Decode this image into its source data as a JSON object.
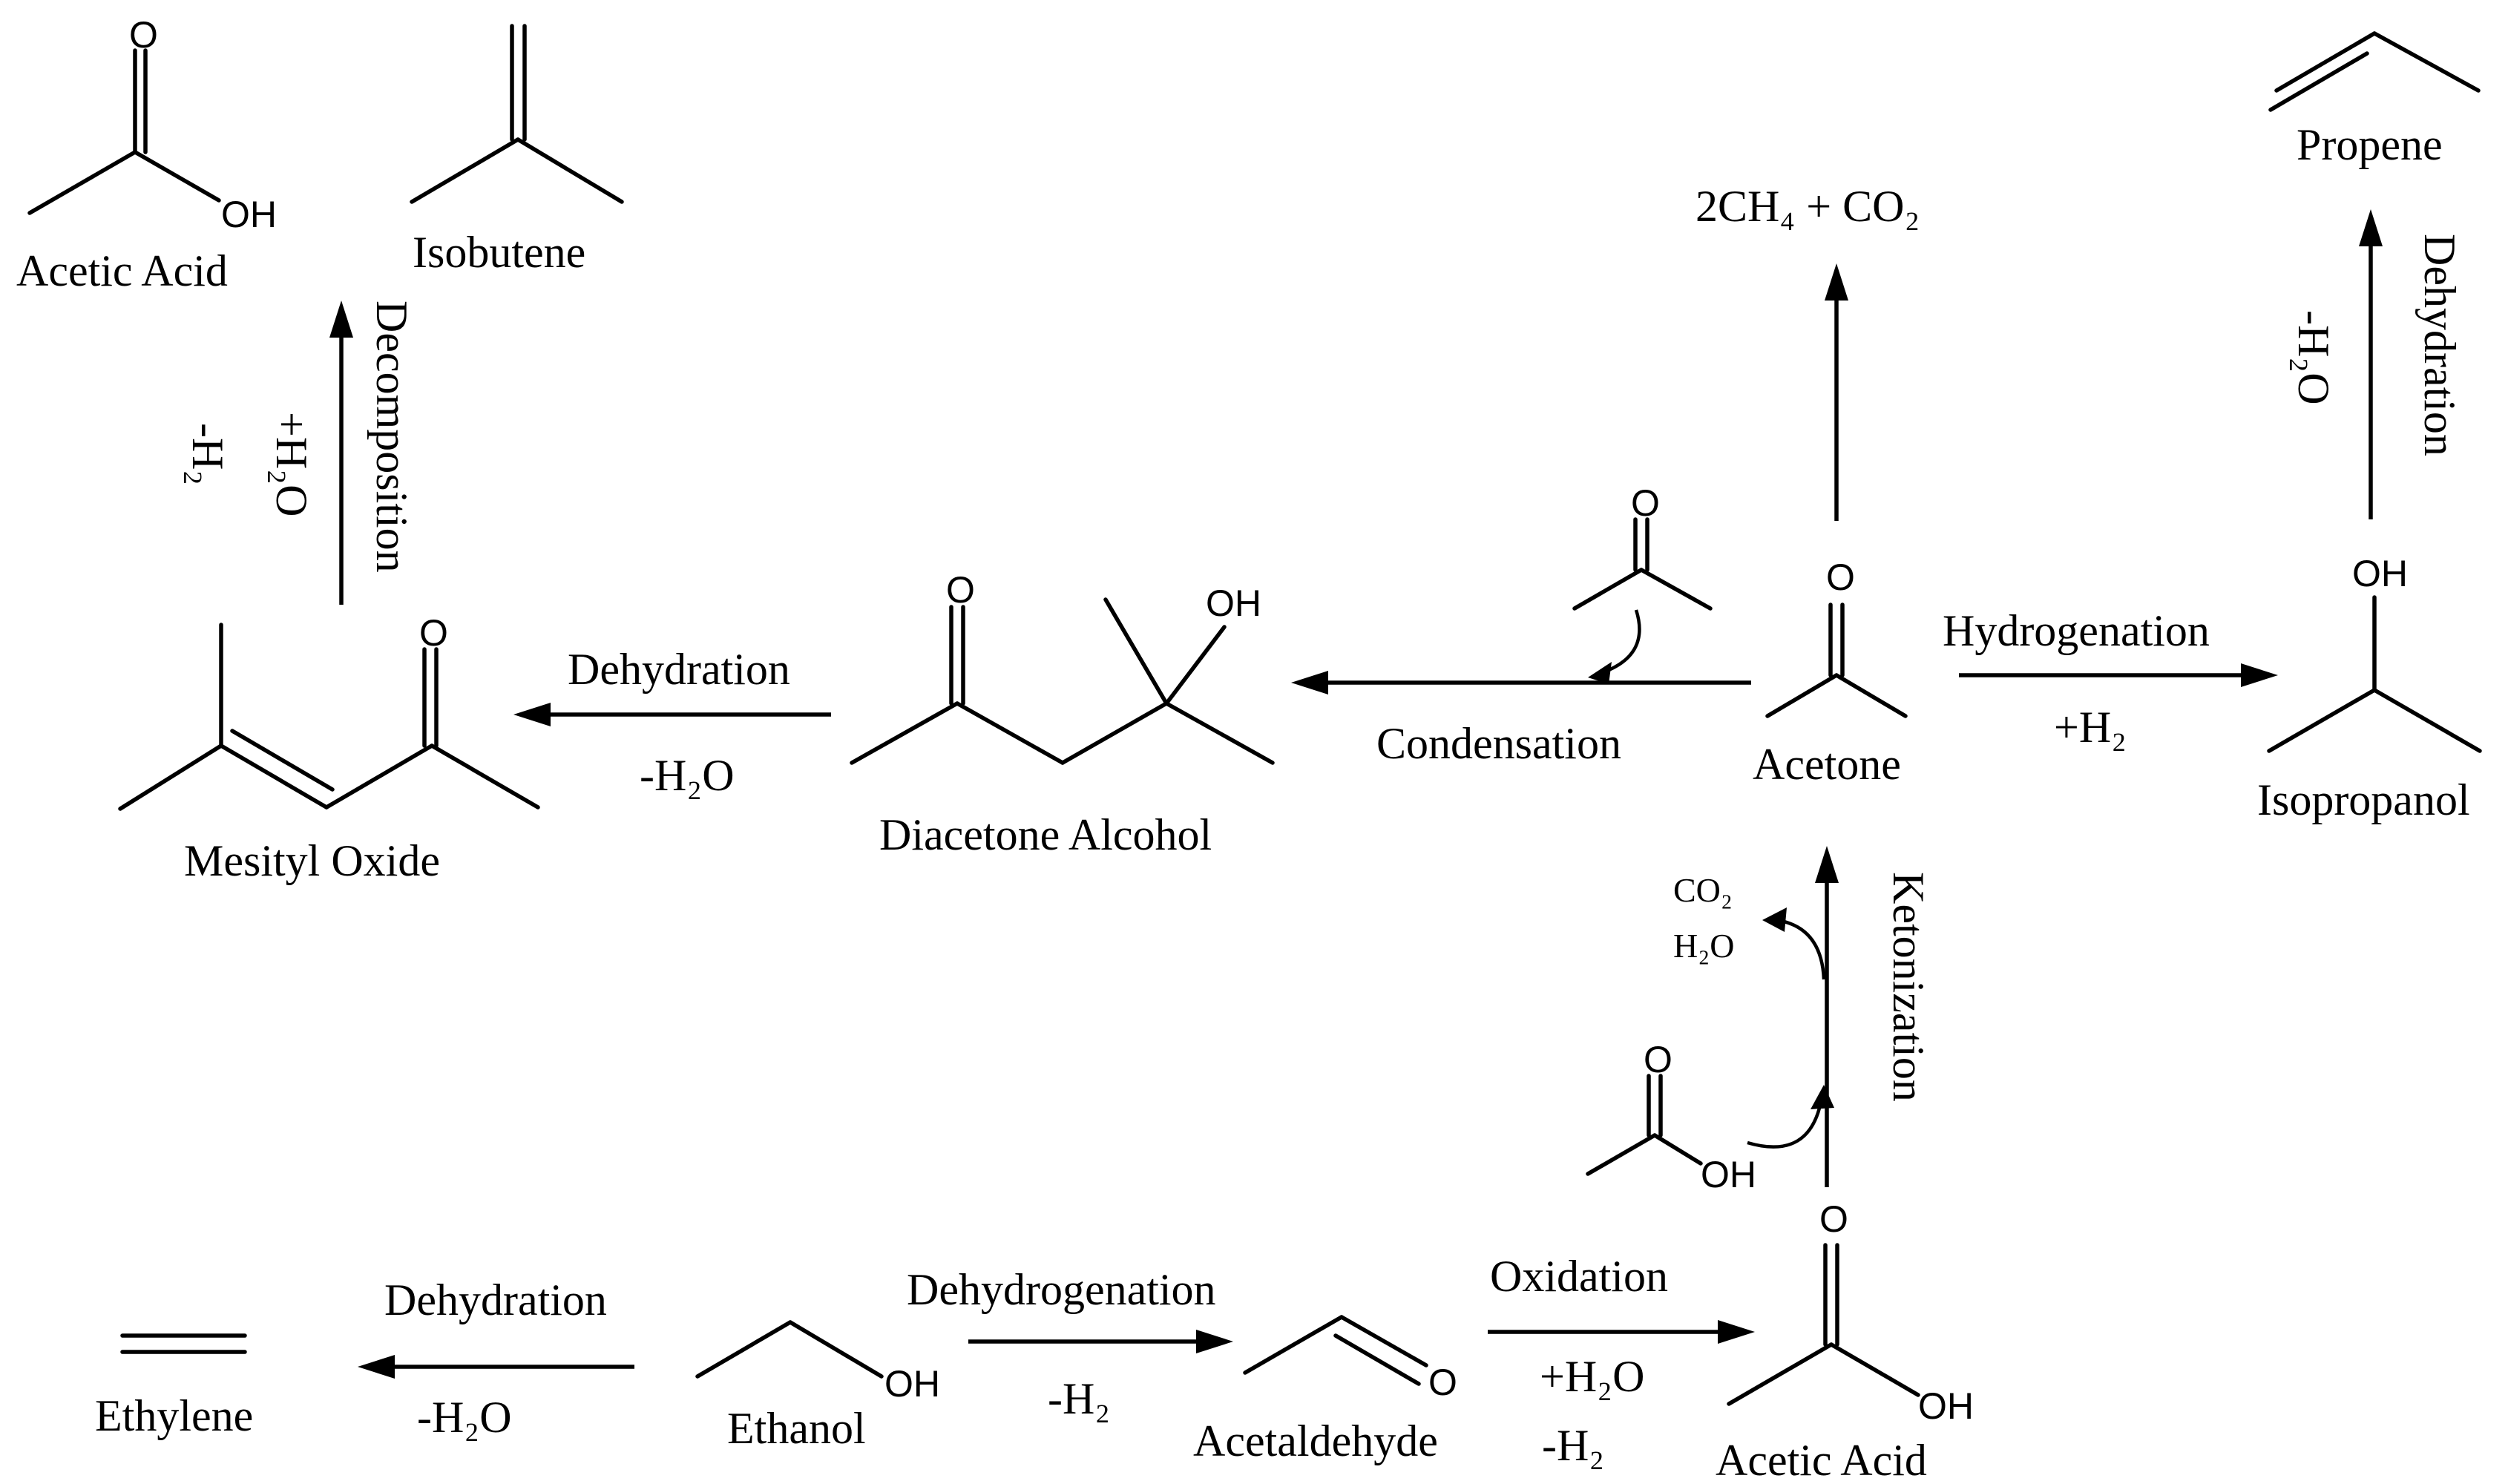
{
  "compounds": {
    "acetic_acid_top": "Acetic Acid",
    "isobutene": "Isobutene",
    "methane_co2": "2CH₄ + CO₂",
    "propene": "Propene",
    "mesityl_oxide": "Mesityl Oxide",
    "diacetone_alcohol": "Diacetone Alcohol",
    "acetone": "Acetone",
    "isopropanol": "Isopropanol",
    "ethylene": "Ethylene",
    "ethanol": "Ethanol",
    "acetaldehyde": "Acetaldehyde",
    "acetic_acid_bottom": "Acetic Acid"
  },
  "atoms": {
    "O": "O",
    "OH": "OH",
    "CO2": "CO₂",
    "H2O": "H₂O"
  },
  "reactions": {
    "decomposition": {
      "name": "Decomposition",
      "cond1": "+H₂O",
      "cond2": "-H₂"
    },
    "dehydration_propene": {
      "name": "Dehydration",
      "cond": "-H₂O"
    },
    "dehydration_mesityl": {
      "name": "Dehydration",
      "cond": "-H₂O"
    },
    "condensation": {
      "name": "Condensation"
    },
    "hydrogenation": {
      "name": "Hydrogenation",
      "cond": "+H₂"
    },
    "ketonization": {
      "name": "Ketonization"
    },
    "dehydration_ethylene": {
      "name": "Dehydration",
      "cond": "-H₂O"
    },
    "dehydrogenation": {
      "name": "Dehydrogenation",
      "cond": "-H₂"
    },
    "oxidation": {
      "name": "Oxidation",
      "cond1": "+H₂O",
      "cond2": "-H₂"
    }
  }
}
